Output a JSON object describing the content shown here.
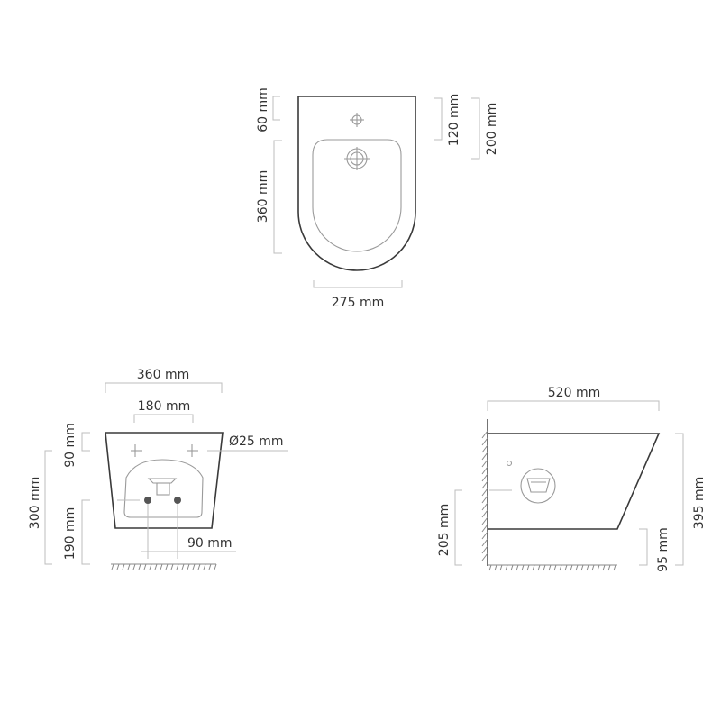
{
  "top_view": {
    "dim_60": "60 mm",
    "dim_360": "360 mm",
    "dim_120": "120 mm",
    "dim_200": "200 mm",
    "dim_275": "275 mm"
  },
  "front_view": {
    "dim_360": "360 mm",
    "dim_180": "180 mm",
    "dim_90_top": "90 mm",
    "dim_diameter": "Ø25 mm",
    "dim_300": "300 mm",
    "dim_190": "190 mm",
    "dim_90_bottom": "90 mm"
  },
  "side_view": {
    "dim_520": "520 mm",
    "dim_205": "205 mm",
    "dim_95": "95 mm",
    "dim_395": "395 mm"
  },
  "colors": {
    "outline": "#3a3a3a",
    "dimension": "#bdbdbd",
    "text": "#333333",
    "pipe": "#555555"
  }
}
